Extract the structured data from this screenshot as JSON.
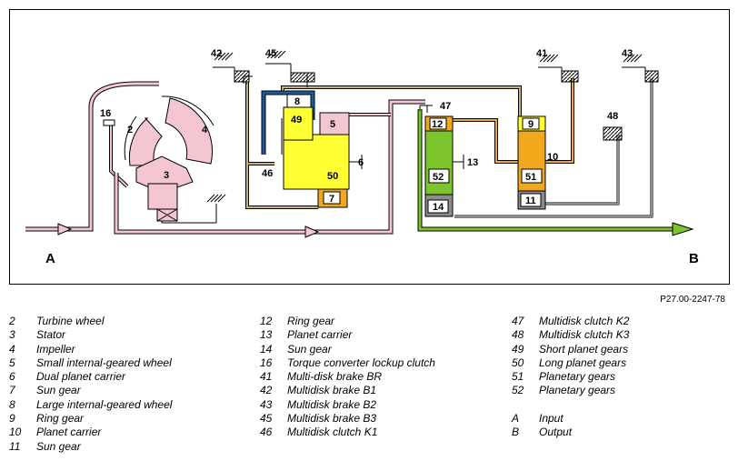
{
  "diagram": {
    "input_letter": "A",
    "output_letter": "B",
    "parts": {
      "p2": "2",
      "p3": "3",
      "p4": "4",
      "p5": "5",
      "p6": "6",
      "p7": "7",
      "p8": "8",
      "p9": "9",
      "p10": "10",
      "p11": "11",
      "p12": "12",
      "p13": "13",
      "p14": "14",
      "p16": "16",
      "p41": "41",
      "p42": "42",
      "p43": "43",
      "p45": "45",
      "p46": "46",
      "p47": "47",
      "p48": "48",
      "p49": "49",
      "p50": "50",
      "p51": "51",
      "p52": "52"
    },
    "colors": {
      "pink": "#f4c6d2",
      "yellow": "#ffff33",
      "orange": "#f2a81d",
      "green": "#7cc52c",
      "gray": "#8c8c8c",
      "blue": "#1a5aa0",
      "olive": "#c9b36a"
    }
  },
  "figure_code": "P27.00-2247-78",
  "legend": {
    "col1": [
      {
        "num": "2",
        "text": "Turbine wheel"
      },
      {
        "num": "3",
        "text": "Stator"
      },
      {
        "num": "4",
        "text": "Impeller"
      },
      {
        "num": "5",
        "text": "Small internal-geared wheel"
      },
      {
        "num": "6",
        "text": "Dual planet carrier"
      },
      {
        "num": "7",
        "text": "Sun gear"
      },
      {
        "num": "8",
        "text": "Large internal-geared wheel"
      },
      {
        "num": "9",
        "text": "Ring gear"
      },
      {
        "num": "10",
        "text": "Planet carrier"
      },
      {
        "num": "11",
        "text": "Sun gear"
      }
    ],
    "col2": [
      {
        "num": "12",
        "text": "Ring gear"
      },
      {
        "num": "13",
        "text": "Planet carrier"
      },
      {
        "num": "14",
        "text": "Sun gear"
      },
      {
        "num": "16",
        "text": "Torque converter lockup clutch"
      },
      {
        "num": "41",
        "text": "Multi-disk brake BR"
      },
      {
        "num": "42",
        "text": "Multidisk brake B1"
      },
      {
        "num": "43",
        "text": "Multidisk brake B2"
      },
      {
        "num": "45",
        "text": "Multidisk brake B3"
      },
      {
        "num": "46",
        "text": "Multidisk clutch K1"
      }
    ],
    "col3": [
      {
        "num": "47",
        "text": "Multidisk clutch K2"
      },
      {
        "num": "48",
        "text": "Multidisk clutch K3"
      },
      {
        "num": "49",
        "text": "Short planet gears"
      },
      {
        "num": "50",
        "text": "Long planet gears"
      },
      {
        "num": "51",
        "text": "Planetary gears"
      },
      {
        "num": "52",
        "text": "Planetary gears"
      },
      {
        "num": "A",
        "text": "Input"
      },
      {
        "num": "B",
        "text": "Output"
      }
    ]
  }
}
